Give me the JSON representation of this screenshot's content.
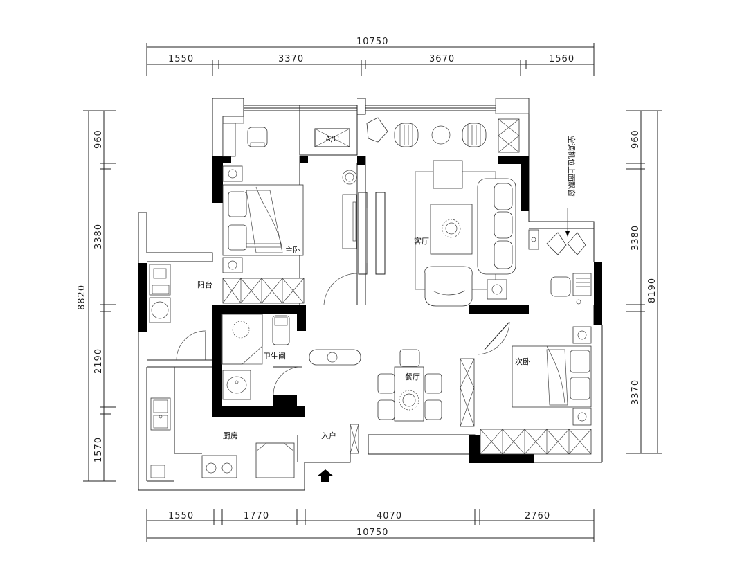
{
  "dimensions": {
    "top_total": "10750",
    "top_segments": [
      "1550",
      "3370",
      "3670",
      "1560"
    ],
    "bottom_total": "10750",
    "bottom_segments": [
      "1550",
      "1770",
      "4070",
      "2760"
    ],
    "left_total": "8820",
    "left_segments": [
      "960",
      "3380",
      "2190",
      "1570"
    ],
    "right_total": "8190",
    "right_segments": [
      "960",
      "3380",
      "3370"
    ]
  },
  "rooms": {
    "master_bedroom": "主卧",
    "living_room": "客厅",
    "balcony": "阳台",
    "bathroom": "卫生间",
    "dining_room": "餐厅",
    "second_bedroom": "次卧",
    "kitchen": "厨房",
    "entrance": "入户"
  },
  "labels": {
    "ac_unit": "A/C",
    "ac_note": "空调机位上面飘窗"
  }
}
